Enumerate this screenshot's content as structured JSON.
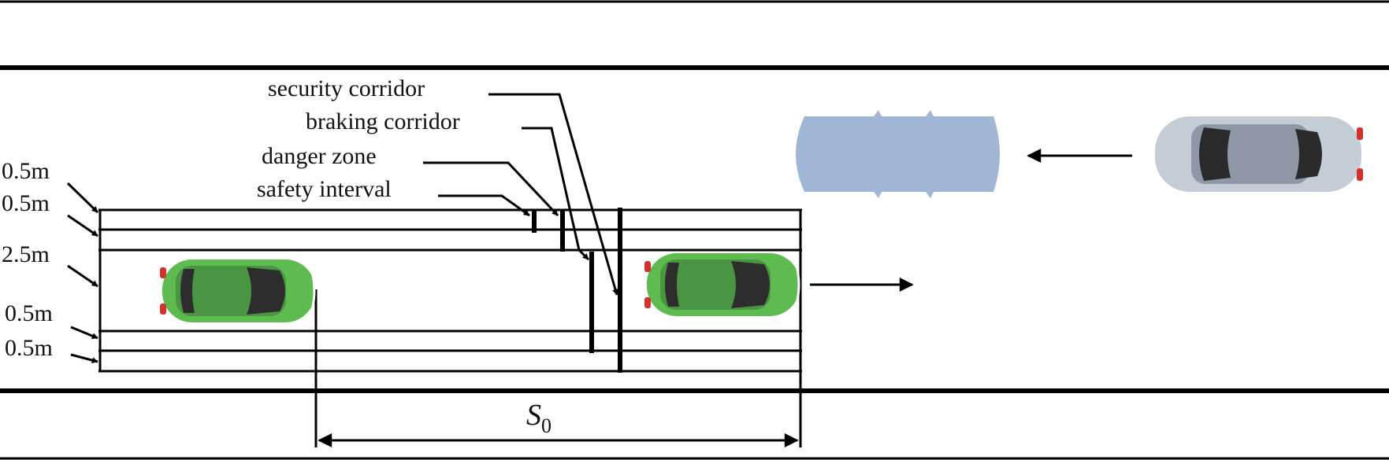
{
  "colors": {
    "ego_car": "#5dbb4f",
    "ego_car_dark": "#3f8a38",
    "ghost_car": "#9fb6d4",
    "oncoming_car": "#c4ccd6",
    "line": "#000000",
    "tail_light": "#d3312c"
  },
  "labels": {
    "security_corridor": "security corridor",
    "braking_corridor": "braking corridor",
    "danger_zone": "danger zone",
    "safety_interval": "safety interval"
  },
  "widths": {
    "top_1": "0.5m",
    "top_2": "0.5m",
    "lane": "2.5m",
    "bottom_1": "0.5m",
    "bottom_2": "0.5m"
  },
  "distance": {
    "symbol": "S",
    "subscript": "0"
  },
  "icons": {
    "ego_rear": "car-top-view-icon",
    "ego_front": "car-top-view-icon",
    "ghost": "ghost-car-icon",
    "oncoming": "car-top-view-icon"
  }
}
